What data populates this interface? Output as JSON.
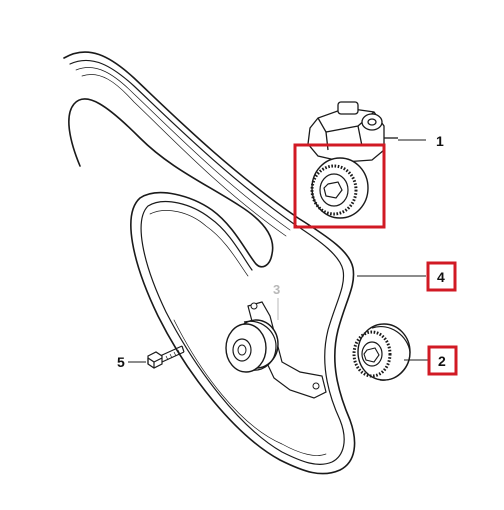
{
  "callouts": [
    {
      "id": "1",
      "text": "1",
      "boxed": false
    },
    {
      "id": "2",
      "text": "2",
      "boxed": true
    },
    {
      "id": "3",
      "text": "3",
      "boxed": false,
      "faint": true
    },
    {
      "id": "4",
      "text": "4",
      "boxed": true
    },
    {
      "id": "5",
      "text": "5",
      "boxed": false
    }
  ],
  "colors": {
    "line": "#1a1a1a",
    "highlight": "#d11a24",
    "faint": "#b8b8b8",
    "background": "#ffffff"
  },
  "icons": [
    "belt",
    "tensioner-assembly",
    "tensioner-pulley",
    "idler-pulley",
    "guide-pulley",
    "bolt"
  ]
}
